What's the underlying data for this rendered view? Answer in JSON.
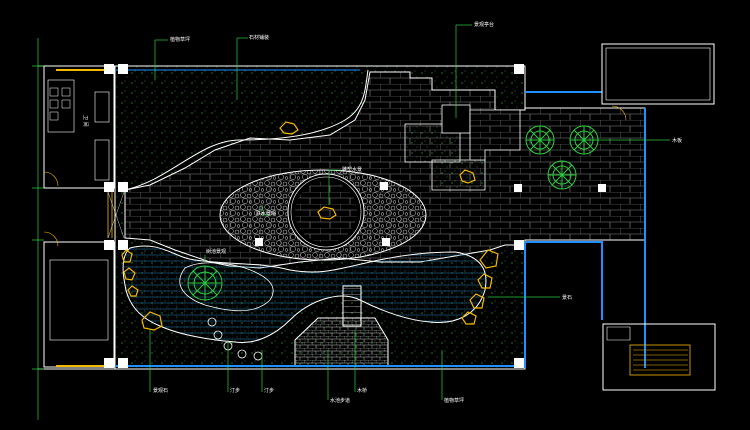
{
  "title": "",
  "colors": {
    "background": "#000000",
    "wall": "#ffffff",
    "leader": "#2ecc40",
    "water_edge": "#1e90ff",
    "paving": "#7a7a7a",
    "lawn_dot": "#2ecc40",
    "rock": "#f5b800",
    "tree": "#2ecc40"
  },
  "labels": {
    "top_left": "植物草坪",
    "top_mid": "石材铺装",
    "top_right": "景观亭台",
    "right_upper": "木板",
    "right_lower": "景石",
    "center_sign": "雕塑水景",
    "center_pool": "跌水景观",
    "tree_pool": "树池景观",
    "left_room": "卫 间",
    "bottom_1": "景观石",
    "bottom_2": "汀步",
    "bottom_3": "汀步",
    "bottom_4": "水池步道",
    "bottom_5": "木桥",
    "bottom_6": "植物草坪"
  }
}
